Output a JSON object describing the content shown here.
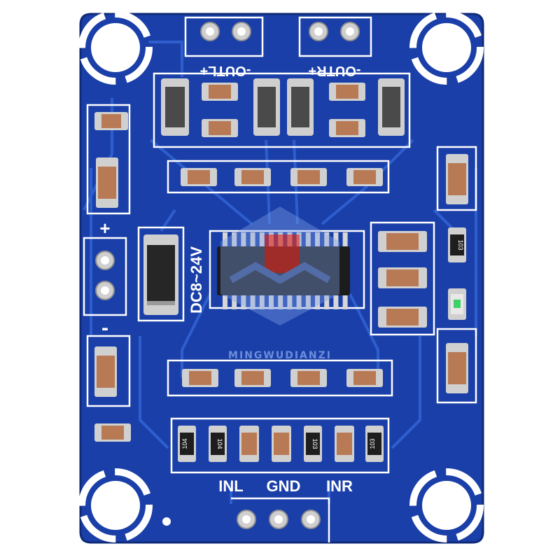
{
  "board": {
    "colors": {
      "background": "#ffffff",
      "pcb": "#1a3fa8",
      "pcb_dark": "#123285",
      "trace": "#2f5bd0",
      "silkscreen": "#ffffff",
      "pad": "#c9c9c9",
      "capacitor_body": "#b87a55",
      "chip_body": "#1c1c1c",
      "led": "#3fd06a"
    },
    "labels": {
      "out_left": "-OUTL+",
      "out_right": "-OUTR+",
      "power_plus": "+",
      "power_minus": "-",
      "voltage": "DC8~24V",
      "input_left": "INL",
      "input_ground": "GND",
      "input_right": "INR"
    },
    "resistor_codes": [
      "104",
      "104",
      "103",
      "103"
    ],
    "watermark": {
      "logo_icon": "house-cube-logo-icon",
      "subtitle": "MINGWUDIANZI"
    }
  }
}
